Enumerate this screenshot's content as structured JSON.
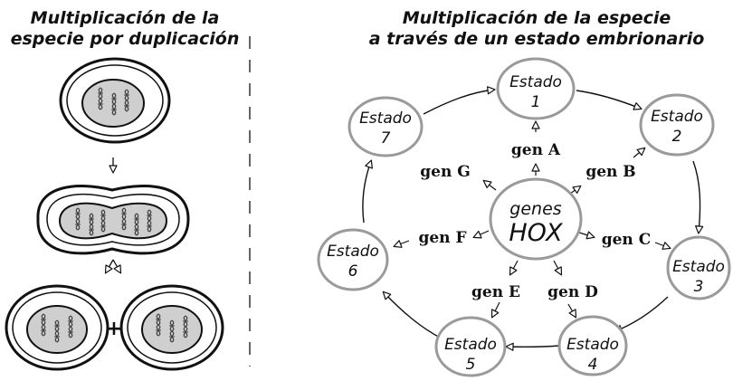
{
  "left": {
    "title_line1": "Multiplicación de la",
    "title_line2": "especie por duplicación",
    "plus": "+"
  },
  "right": {
    "title_line1": "Multiplicación de la especie",
    "title_line2": "a través de un estado embrionario",
    "hox_line1": "genes",
    "hox_line2": "HOX",
    "states": [
      {
        "label": "Estado",
        "num": "1"
      },
      {
        "label": "Estado",
        "num": "2"
      },
      {
        "label": "Estado",
        "num": "3"
      },
      {
        "label": "Estado",
        "num": "4"
      },
      {
        "label": "Estado",
        "num": "5"
      },
      {
        "label": "Estado",
        "num": "6"
      },
      {
        "label": "Estado",
        "num": "7"
      }
    ],
    "genes": [
      "gen A",
      "gen B",
      "gen C",
      "gen D",
      "gen E",
      "gen F",
      "gen G"
    ]
  },
  "colors": {
    "ink": "#111111",
    "nucleus": "#cfcfcf",
    "state_stroke": "#9a9a9a",
    "dna": "#444444"
  }
}
